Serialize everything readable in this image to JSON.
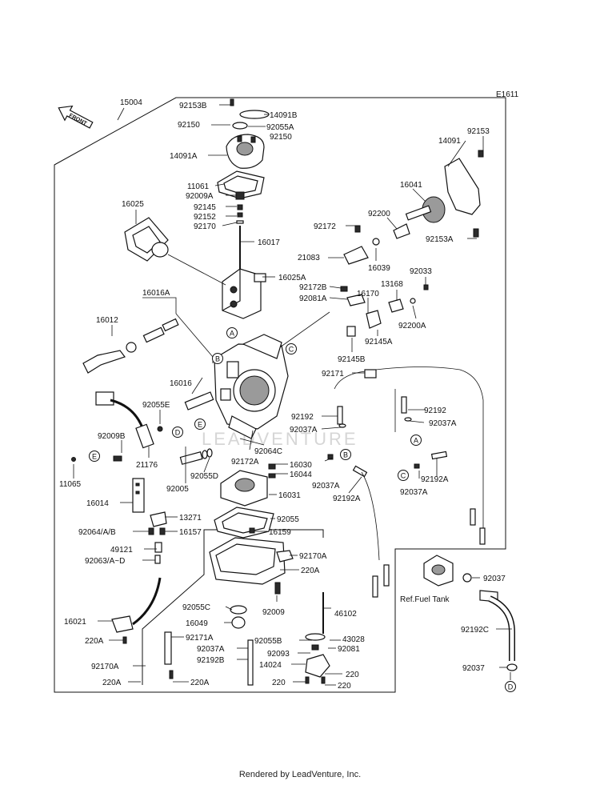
{
  "diagram_code": "E1611",
  "front_label": "FRONT",
  "watermark": "LEADVENTURE",
  "footer": "Rendered by LeadVenture, Inc.",
  "fuel_tank_label": "Ref.Fuel Tank",
  "callouts": {
    "A": "A",
    "B": "B",
    "C": "C",
    "D": "D",
    "E": "E"
  },
  "part_numbers": {
    "p15004": "15004",
    "p92153B": "92153B",
    "p14091B": "14091B",
    "p92150_l": "92150",
    "p92055A": "92055A",
    "p92150_r": "92150",
    "p14091A": "14091A",
    "p11061": "11061",
    "p92009A": "92009A",
    "p92145": "92145",
    "p92152": "92152",
    "p92170": "92170",
    "p16017": "16017",
    "p16025": "16025",
    "p16025A": "16025A",
    "p16016A": "16016A",
    "p16012": "16012",
    "p16016": "16016",
    "p92055E": "92055E",
    "p92009B": "92009B",
    "p21176": "21176",
    "p11065": "11065",
    "p92005": "92005",
    "p92055D": "92055D",
    "p92064C": "92064C",
    "p92172A": "92172A",
    "p16030": "16030",
    "p16044": "16044",
    "p16031": "16031",
    "p92037A_mid": "92037A",
    "p92192A_mid": "92192A",
    "p16014": "16014",
    "p13271": "13271",
    "p92055": "92055",
    "p92064": "92064/A/B",
    "p16157": "16157",
    "p16159": "16159",
    "p49121": "49121",
    "p92063": "92063/A~D",
    "p92170A_a": "92170A",
    "p220A_a": "220A",
    "p16021": "16021",
    "p220A_b": "220A",
    "p92055C": "92055C",
    "p16049": "16049",
    "p92009": "92009",
    "p46102": "46102",
    "p92171A": "92171A",
    "p92037A_low": "92037A",
    "p92192B": "92192B",
    "p92055B": "92055B",
    "p43028": "43028",
    "p92093": "92093",
    "p92081": "92081",
    "p14024": "14024",
    "p92170A_b": "92170A",
    "p220A_c": "220A",
    "p220A_d": "220A",
    "p220_a": "220",
    "p220_b": "220",
    "p92153": "92153",
    "p14091": "14091",
    "p16041": "16041",
    "p92200": "92200",
    "p92172": "92172",
    "p92153A": "92153A",
    "p21083": "21083",
    "p16039": "16039",
    "p92033": "92033",
    "p92172B": "92172B",
    "p13168": "13168",
    "p92081A": "92081A",
    "p16170": "16170",
    "p92200A": "92200A",
    "p92145A": "92145A",
    "p92145B": "92145B",
    "p92171": "92171",
    "p92192_l": "92192",
    "p92192_r": "92192",
    "p92037A_r": "92037A",
    "p92037A_l": "92037A",
    "p92192A_r": "92192A",
    "p92037A_rr": "92037A",
    "p92037_t": "92037",
    "p92192C": "92192C",
    "p92037_b": "92037"
  }
}
